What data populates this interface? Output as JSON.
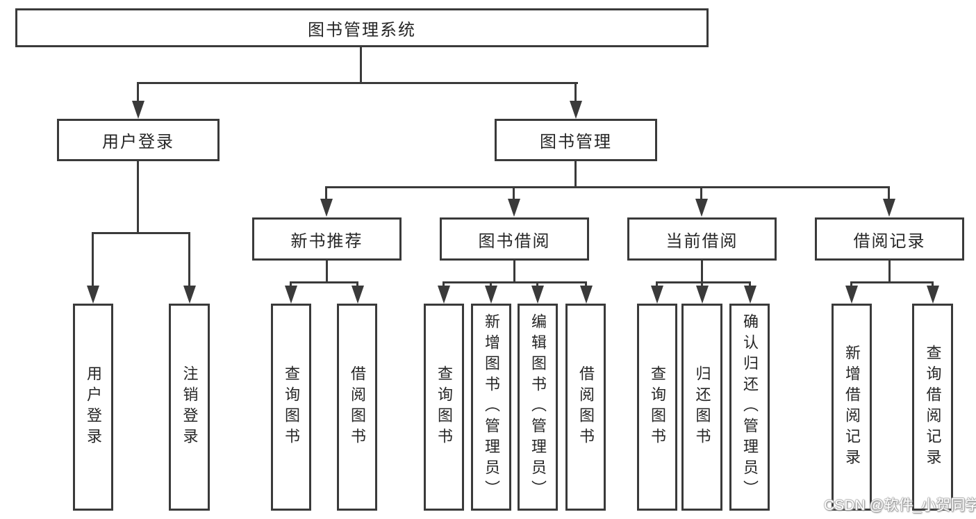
{
  "tree": {
    "root": "图书管理系统",
    "branches": [
      {
        "label": "用户登录",
        "children": [
          "用户登录",
          "注销登录"
        ]
      },
      {
        "label": "图书管理",
        "children": [
          {
            "label": "新书推荐",
            "children": [
              "查询图书",
              "借阅图书"
            ]
          },
          {
            "label": "图书借阅",
            "children": [
              "查询图书",
              "新增图书（管理员）",
              "编辑图书（管理员）",
              "借阅图书"
            ]
          },
          {
            "label": "当前借阅",
            "children": [
              "查询图书",
              "归还图书",
              "确认归还（管理员）"
            ]
          },
          {
            "label": "借阅记录",
            "children": [
              "新增借阅记录",
              "查询借阅记录"
            ]
          }
        ]
      }
    ]
  },
  "watermark": "CSDN @软件_小贺同学",
  "colors": {
    "line": "#3a3a3a",
    "text": "#262626",
    "background": "#ffffff",
    "watermark_text": "#ffffff",
    "watermark_shadow": "#9e9e9e"
  }
}
